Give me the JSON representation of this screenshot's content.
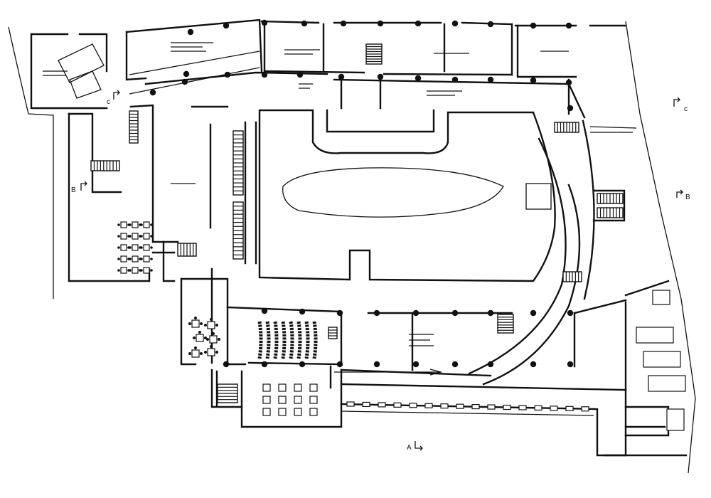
{
  "section_markers": [
    {
      "id": "c-top",
      "text": "c"
    },
    {
      "id": "c-right",
      "text": "c"
    },
    {
      "id": "b-right",
      "text": "B"
    },
    {
      "id": "b-left",
      "text": "B"
    },
    {
      "id": "a-bottom",
      "text": "A"
    }
  ]
}
